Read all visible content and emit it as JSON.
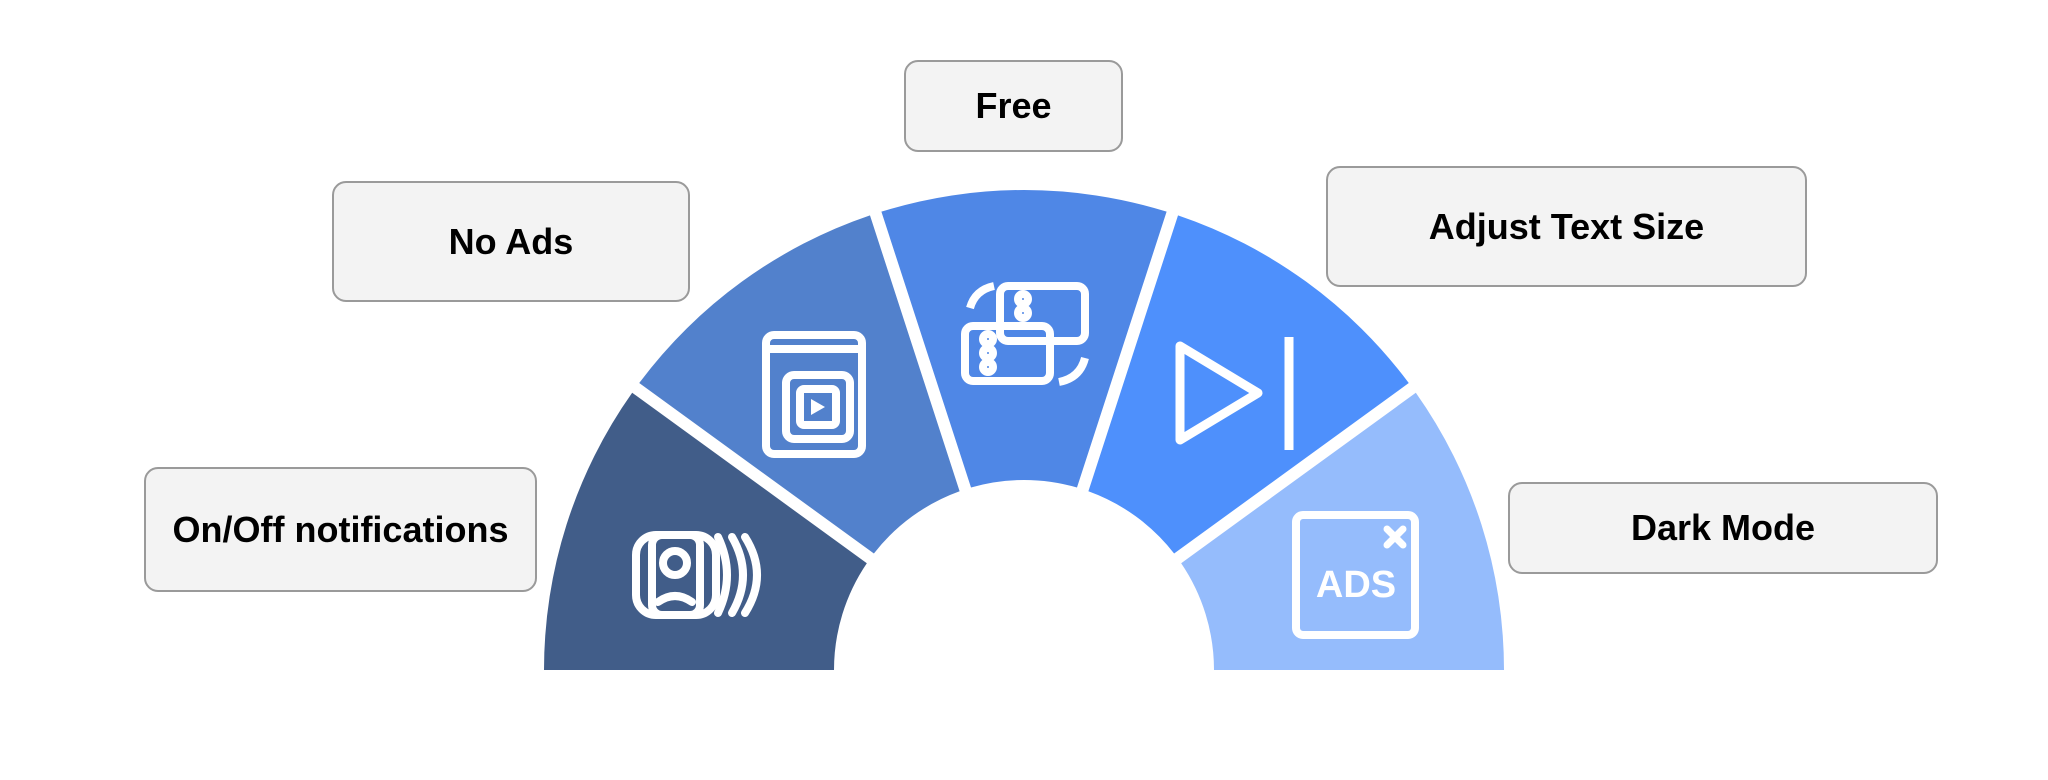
{
  "features": [
    {
      "label": "On/Off notifications",
      "color": "#415d89",
      "icon": "notification-toggle-icon"
    },
    {
      "label": "No Ads",
      "color": "#5281cc",
      "icon": "video-player-icon"
    },
    {
      "label": "Free",
      "color": "#4f87e6",
      "icon": "exchange-tickets-icon"
    },
    {
      "label": "Adjust Text Size",
      "color": "#4e90fc",
      "icon": "play-skip-icon"
    },
    {
      "label": "Dark Mode",
      "color": "#95bcfc",
      "icon": "ads-block-icon"
    }
  ],
  "icon_color": "#ffffff",
  "label_box": {
    "fill": "#f3f3f3",
    "border": "#9a9a9a"
  }
}
